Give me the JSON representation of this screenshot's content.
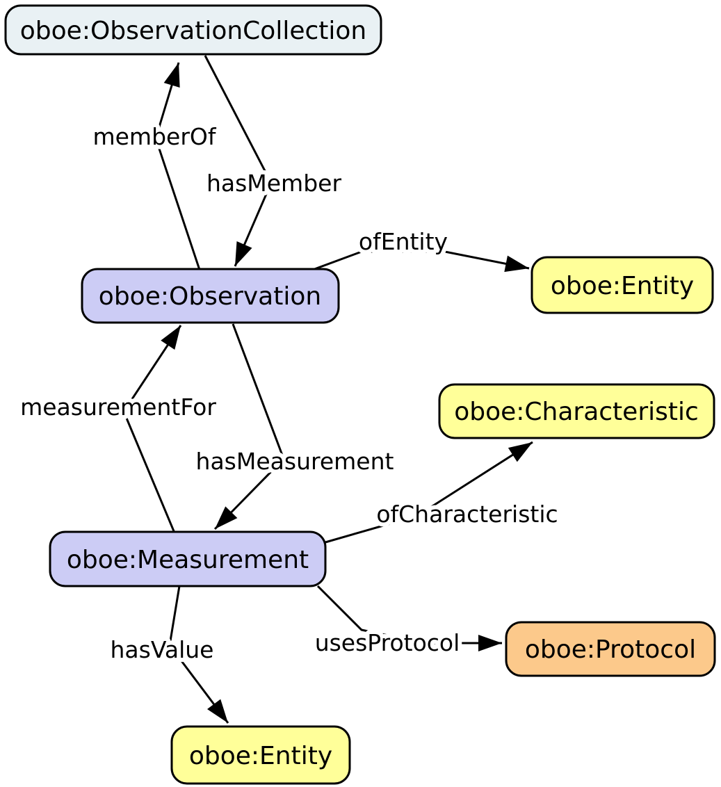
{
  "diagram": {
    "kind": "ontology-class-diagram",
    "background_color": "#ffffff",
    "line_color": "#000000",
    "nodes": [
      {
        "id": "observation-collection",
        "label": "oboe:ObservationCollection",
        "fill": "#e9f1f4"
      },
      {
        "id": "observation",
        "label": "oboe:Observation",
        "fill": "#ccccf5"
      },
      {
        "id": "entity",
        "label": "oboe:Entity",
        "fill": "#ffff99"
      },
      {
        "id": "characteristic",
        "label": "oboe:Characteristic",
        "fill": "#ffff99"
      },
      {
        "id": "measurement",
        "label": "oboe:Measurement",
        "fill": "#ccccf5"
      },
      {
        "id": "protocol",
        "label": "oboe:Protocol",
        "fill": "#fcc98b"
      },
      {
        "id": "entity-value",
        "label": "oboe:Entity",
        "fill": "#ffff99"
      }
    ],
    "edges": [
      {
        "label": "memberOf",
        "from": "observation",
        "to": "observation-collection"
      },
      {
        "label": "hasMember",
        "from": "observation-collection",
        "to": "observation"
      },
      {
        "label": "ofEntity",
        "from": "observation",
        "to": "entity"
      },
      {
        "label": "measurementFor",
        "from": "measurement",
        "to": "observation"
      },
      {
        "label": "hasMeasurement",
        "from": "observation",
        "to": "measurement"
      },
      {
        "label": "ofCharacteristic",
        "from": "measurement",
        "to": "characteristic"
      },
      {
        "label": "usesProtocol",
        "from": "measurement",
        "to": "protocol"
      },
      {
        "label": "hasValue",
        "from": "measurement",
        "to": "entity-value"
      }
    ]
  }
}
